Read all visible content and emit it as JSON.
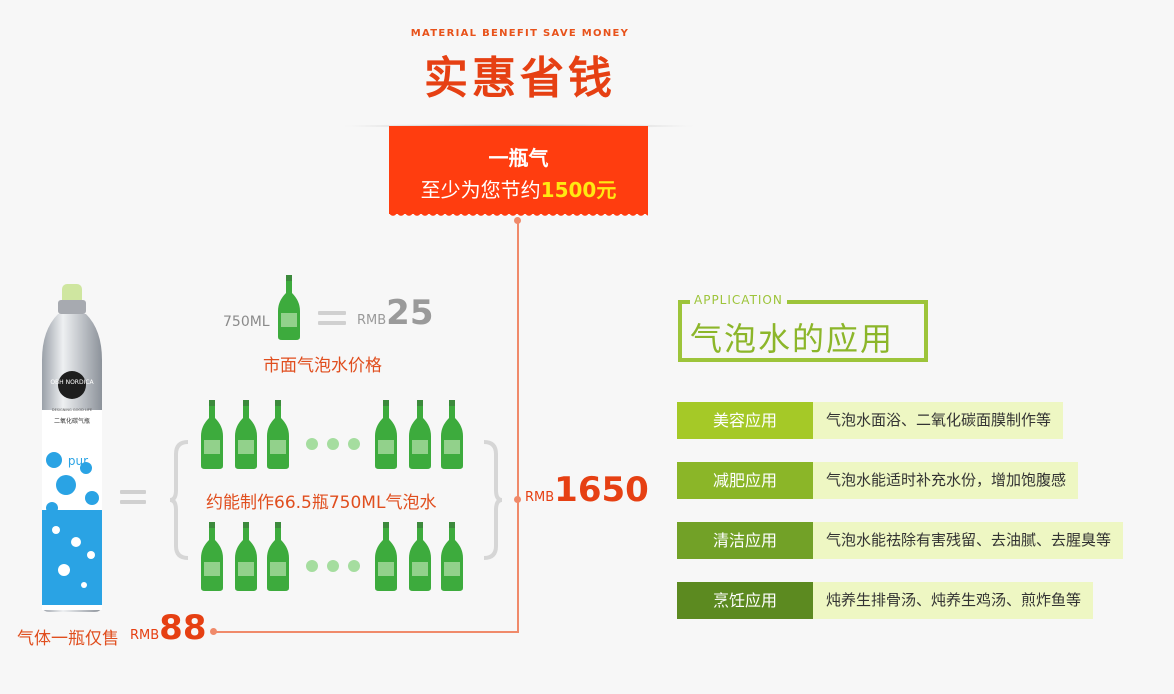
{
  "header": {
    "subtitle": "MATERIAL BENEFIT SAVE MONEY",
    "title": "实惠省钱"
  },
  "banner": {
    "line1": "一瓶气",
    "line2_prefix": "至少为您节约",
    "line2_highlight": "1500元"
  },
  "market": {
    "volume": "750ML",
    "currency": "RMB",
    "price": "25",
    "label": "市面气泡水价格"
  },
  "make": {
    "label": "约能制作66.5瓶750ML气泡水",
    "currency": "RMB",
    "total": "1650"
  },
  "gas": {
    "label": "气体一瓶仅售",
    "currency": "RMB",
    "price": "88"
  },
  "cylinder": {
    "brand": "OBH NORDICA",
    "tagline": "DESIGNING GOOD LIFE",
    "product": "二氧化碳气瓶",
    "word": "pur"
  },
  "application": {
    "label_en": "APPLICATION",
    "title": "气泡水的应用",
    "rows": [
      {
        "tag": "美容应用",
        "desc": "气泡水面浴、二氧化碳面膜制作等",
        "color": "#a5c927"
      },
      {
        "tag": "减肥应用",
        "desc": "气泡水能适时补充水份，增加饱腹感",
        "color": "#8bb628"
      },
      {
        "tag": "清洁应用",
        "desc": "气泡水能祛除有害残留、去油腻、去腥臭等",
        "color": "#72a127"
      },
      {
        "tag": "烹饪应用",
        "desc": "炖养生排骨汤、炖养生鸡汤、煎炸鱼等",
        "color": "#5c8a20"
      }
    ]
  },
  "colors": {
    "accent": "#e64013",
    "banner": "#ff3d0f",
    "green": "#9dc43a"
  }
}
